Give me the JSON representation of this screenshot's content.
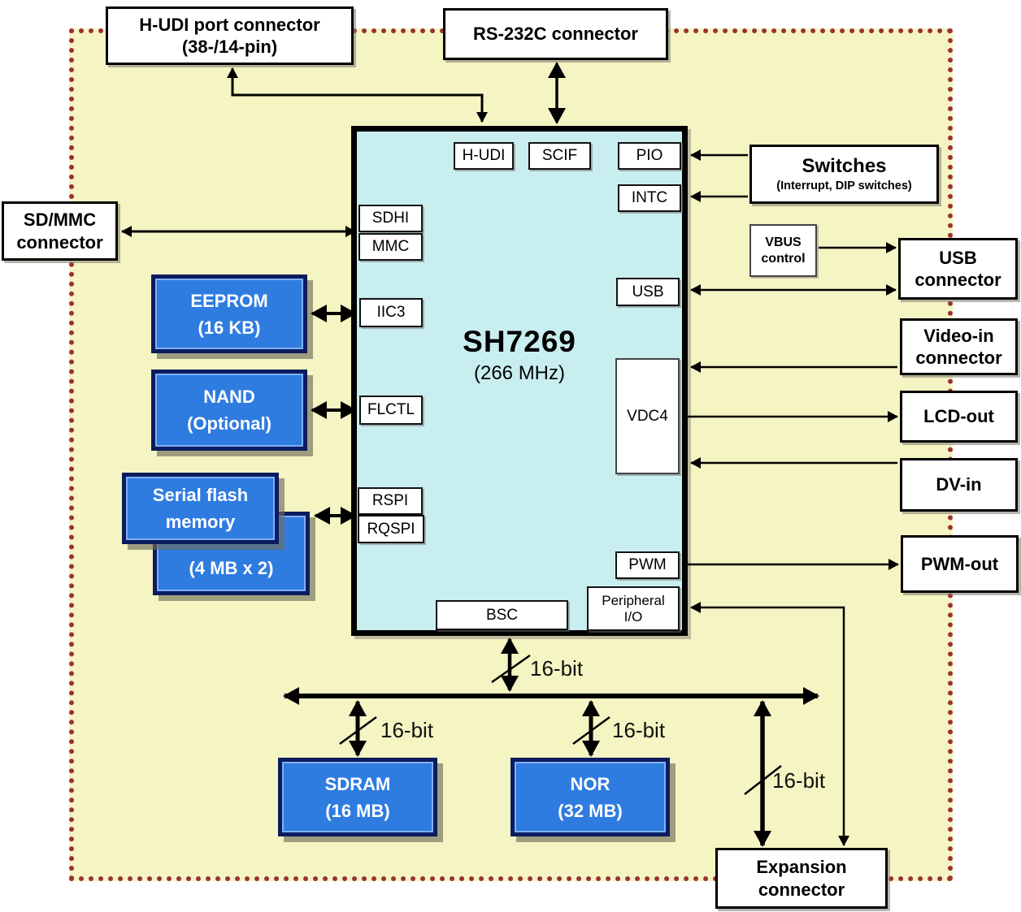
{
  "diagram": {
    "chip": {
      "title": "SH7269",
      "subtitle": "(266 MHz)",
      "blocks": {
        "hudi": "H-UDI",
        "scif": "SCIF",
        "pio": "PIO",
        "intc": "INTC",
        "sdhi": "SDHI",
        "mmc": "MMC",
        "iic3": "IIC3",
        "flctl": "FLCTL",
        "rspi": "RSPI",
        "rqspi": "RQSPI",
        "usb": "USB",
        "vdc4": "VDC4",
        "pwm": "PWM",
        "peripheral_line1": "Peripheral",
        "peripheral_line2": "I/O",
        "bsc": "BSC"
      }
    },
    "connectors": {
      "hudi_port": {
        "line1": "H-UDI port connector",
        "line2": "(38-/14-pin)"
      },
      "rs232c": {
        "line1": "RS-232C connector"
      },
      "sd_mmc": {
        "line1": "SD/MMC",
        "line2": "connector"
      },
      "switches": {
        "line1": "Switches",
        "line2": "(Interrupt, DIP switches)"
      },
      "vbus": {
        "line1": "VBUS",
        "line2": "control"
      },
      "usb": {
        "line1": "USB",
        "line2": "connector"
      },
      "video_in": {
        "line1": "Video-in",
        "line2": "connector"
      },
      "lcd_out": {
        "line1": "LCD-out"
      },
      "dv_in": {
        "line1": "DV-in"
      },
      "pwm_out": {
        "line1": "PWM-out"
      },
      "expansion": {
        "line1": "Expansion",
        "line2": "connector"
      }
    },
    "memories": {
      "eeprom": {
        "line1": "EEPROM",
        "line2": "(16 KB)"
      },
      "nand": {
        "line1": "NAND",
        "line2": "(Optional)"
      },
      "serial_flash": {
        "line1": "Serial flash",
        "line2": "memory"
      },
      "serial_flash_size": "(4 MB x 2)",
      "sdram": {
        "line1": "SDRAM",
        "line2": "(16 MB)"
      },
      "nor": {
        "line1": "NOR",
        "line2": "(32 MB)"
      }
    },
    "bus_labels": {
      "bsc": "16-bit",
      "sdram": "16-bit",
      "nor": "16-bit",
      "expansion": "16-bit"
    },
    "colors": {
      "board_bg": "#f5f4c3",
      "chip_bg": "#c9eef0",
      "memory_fill": "#2f7ce0",
      "memory_border": "#0c1c60",
      "dotted_border": "#9a3232"
    }
  }
}
